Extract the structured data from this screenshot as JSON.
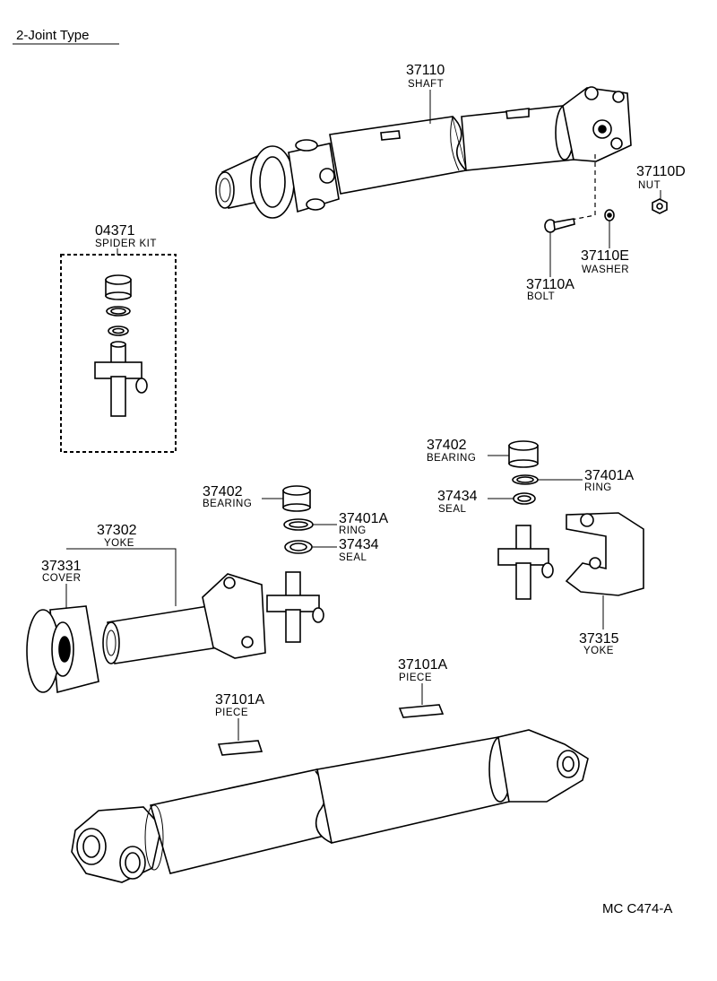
{
  "header": {
    "title": "2-Joint  Type"
  },
  "labels": {
    "shaft_37110": {
      "number": "37110",
      "name": "SHAFT"
    },
    "nut_37110D": {
      "number": "37110D",
      "name": "NUT"
    },
    "washer_37110E": {
      "number": "37110E",
      "name": "WASHER"
    },
    "bolt_37110A": {
      "number": "37110A",
      "name": "BOLT"
    },
    "spider_04371": {
      "number": "04371",
      "name": "SPIDER KIT"
    },
    "bearing_right": {
      "number": "37402",
      "name": "BEARING"
    },
    "ring_right": {
      "number": "37401A",
      "name": "RING"
    },
    "seal_right": {
      "number": "37434",
      "name": "SEAL"
    },
    "bearing_left": {
      "number": "37402",
      "name": "BEARING"
    },
    "ring_left": {
      "number": "37401A",
      "name": "RING"
    },
    "seal_left": {
      "number": "37434",
      "name": "SEAL"
    },
    "yoke_37302": {
      "number": "37302",
      "name": "YOKE"
    },
    "cover_37331": {
      "number": "37331",
      "name": "COVER"
    },
    "yoke_37315": {
      "number": "37315",
      "name": "YOKE"
    },
    "piece_right": {
      "number": "37101A",
      "name": "PIECE"
    },
    "piece_left": {
      "number": "37101A",
      "name": "PIECE"
    }
  },
  "footer": {
    "code": "MC  C474-A"
  }
}
